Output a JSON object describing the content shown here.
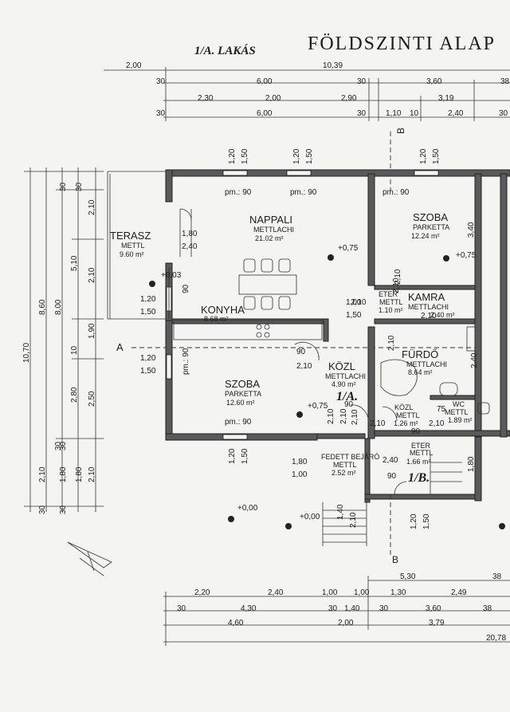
{
  "header": {
    "unit_label": "1/A. LAKÁS",
    "title": "FÖLDSZINTI ALAP"
  },
  "top_dims": {
    "row1": [
      "2,00",
      "10,39"
    ],
    "row2": [
      "30",
      "6,00",
      "30",
      "3,60",
      "38"
    ],
    "row3": [
      "2,30",
      "2,00",
      "2,90",
      "3,19"
    ],
    "row4": [
      "30",
      "6,00",
      "30",
      "1,10",
      "10",
      "2,40",
      "30"
    ]
  },
  "section_marks": {
    "a": "A",
    "b_top": "B",
    "b_bottom": "B"
  },
  "rooms": [
    {
      "id": "terasz",
      "name": "TERASZ",
      "floor": "METTL",
      "area": "9.60 m²"
    },
    {
      "id": "nappali",
      "name": "NAPPALI",
      "floor": "METTLACHI",
      "area": "21.02 m²"
    },
    {
      "id": "szoba1",
      "name": "SZOBA",
      "floor": "PARKETTA",
      "area": "12.24 m²"
    },
    {
      "id": "eter1",
      "name": "ETER",
      "floor": "METTL",
      "area": "1.10 m²"
    },
    {
      "id": "kamra",
      "name": "KAMRA",
      "floor": "METTLACHI",
      "area": "2.40 m²"
    },
    {
      "id": "konyha",
      "name": "KONYHA",
      "floor": "",
      "area": "8.68 m²"
    },
    {
      "id": "furdo",
      "name": "FÜRDŐ",
      "floor": "METTLACHI",
      "area": "8.64 m²"
    },
    {
      "id": "szoba2",
      "name": "SZOBA",
      "floor": "PARKETTA",
      "area": "12.60 m²"
    },
    {
      "id": "kozl1",
      "name": "KÖZL",
      "floor": "METTLACHI",
      "area": "4.90 m²"
    },
    {
      "id": "kozl2",
      "name": "KÖZL",
      "floor": "METTL",
      "area": "1.26 m²"
    },
    {
      "id": "wc",
      "name": "WC",
      "floor": "METTL",
      "area": "1.89 m²"
    },
    {
      "id": "bejaro",
      "name": "FEDETT BEJÁRÓ",
      "floor": "METTL",
      "area": "2.52 m²"
    },
    {
      "id": "eter2",
      "name": "ETER",
      "floor": "METTL",
      "area": "1.66 m²"
    }
  ],
  "unit_marks": {
    "a": "1/A.",
    "b": "1/B."
  },
  "levels": {
    "l1": "+0,75",
    "l2": "+0,75",
    "l3": "+0,75",
    "l4": "+0,00",
    "l5": "+0,00",
    "l6": "+0,03"
  },
  "window_marks": {
    "pm1": "pm.: 90",
    "pm2": "pm.: 90",
    "pm3": "pm.: 90",
    "pm4": "pm.: 90",
    "pm5": "pm.: 90"
  },
  "left_dims": {
    "outer": "10,70",
    "col2": [
      "8,60"
    ],
    "col3": [
      "8,00"
    ],
    "col4": [
      "30",
      "5,10",
      "10",
      "2,80",
      "30",
      "1,80",
      "30"
    ],
    "col5": [
      "30",
      "2,10",
      "2,10",
      "1,90",
      "2,50",
      "2,10",
      "1,80"
    ],
    "col_small": [
      "2,10",
      "30",
      "2,10",
      "30"
    ]
  },
  "inner_dims": {
    "d1": "1,80",
    "d2": "2,40",
    "d3": "1,20",
    "d4": "1,50",
    "d5": "1,20",
    "d6": "1,50",
    "d7": "1,00",
    "d8": "1,50",
    "d9": "90",
    "d10": "2,10",
    "d11": "90",
    "d12": "90",
    "d13": "2,10",
    "d14": "2,10",
    "d15": "2,10",
    "d16": "2,10",
    "d17": "1,80",
    "d18": "1,00",
    "d19": "2,40",
    "d20": "90",
    "d21": "75",
    "d22": "2,10",
    "d23": "3,40",
    "d24": "2,40",
    "d25": "1,20",
    "d26": "1,50",
    "d27": "1,20",
    "d28": "1,50",
    "d29": "1,20",
    "d30": "1,50",
    "d31": "1,20",
    "d32": "1,50",
    "d33": "1,20",
    "d34": "1,50",
    "d35": "1,40",
    "d36": "2,10",
    "d37": "2,10",
    "d38": "1,80",
    "d39": "2,10",
    "d40": "2,10",
    "d41": "2,10",
    "d42": "2,10",
    "d43": "90"
  },
  "bottom_dims": {
    "row1": [
      "5,30",
      "38"
    ],
    "row2": [
      "2,20",
      "2,40",
      "1,00",
      "1,00",
      "1,30",
      "2,49"
    ],
    "row3": [
      "30",
      "4,30",
      "30",
      "1,40",
      "30",
      "3,60",
      "38"
    ],
    "row4": [
      "4,60",
      "2,00",
      "3,79"
    ],
    "row5": [
      "20,78"
    ]
  }
}
